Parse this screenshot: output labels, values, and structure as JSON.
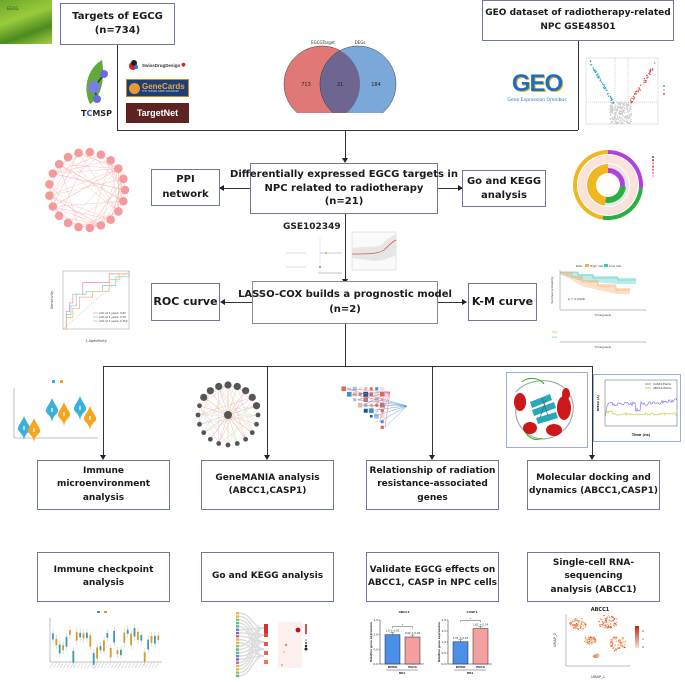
{
  "boxes": {
    "targets": {
      "line1": "Targets of EGCG",
      "line2": "(n=734)"
    },
    "geo": {
      "line1": "GEO dataset of radiotherapy-related",
      "line2": "NPC GSE48501"
    },
    "deg": {
      "line1": "Differentially expressed EGCG targets in",
      "line2": "NPC related to radiotherapy",
      "line3": "(n=21)"
    },
    "ppi": "PPI network",
    "gokegg_top": {
      "line1": "Go and KEGG",
      "line2": "analysis"
    },
    "lasso": {
      "line1": "LASSO-COX builds a prognostic model",
      "line2": "(n=2)"
    },
    "roc": "ROC curve",
    "km": "K-M curve",
    "immune_micro": {
      "line1": "Immune microenvironment",
      "line2": "analysis"
    },
    "genemania": {
      "line1": "GeneMANIA analysis",
      "line2": "(ABCC1,CASP1)"
    },
    "radiation": {
      "line1": "Relationship of radiation",
      "line2": "resistance-associated genes"
    },
    "docking": {
      "line1": "Molecular docking and",
      "line2": "dynamics (ABCC1,CASP1)"
    },
    "checkpoint": "Immune checkpoint analysis",
    "gokegg_bottom": "Go and KEGG analysis",
    "validate": {
      "line1": "Validate EGCG effects on",
      "line2": "ABCC1, CASP in NPC cells"
    },
    "singlecell": {
      "line1": "Single-cell RNA-sequencing",
      "line2": "analysis (ABCC1)"
    }
  },
  "labels": {
    "gse102349": "GSE102349",
    "egcg_photo": "EGCG",
    "tcmsp": "TCMSP",
    "swiss": "SwissDrugDesign",
    "genecards": "GeneCards",
    "genecards_sub": "THE HUMAN GENE DATABASE",
    "targetnet": "TargetNet",
    "geo_logo": "GEO",
    "geo_sub": "Gene Expression Omnibus"
  },
  "venn": {
    "left_label": "EGCGTarget",
    "right_label": "DEGs",
    "left_only": "713",
    "overlap": "21",
    "right_only": "184",
    "left_color": "#e07878",
    "right_color": "#7aa8d8",
    "overlap_color": "#6e6690"
  },
  "roc": {
    "legend": [
      "AUC at 1 years: 0.82",
      "AUC at 2 years: 0.76",
      "AUC at 3 years: 0.752"
    ],
    "xlabel": "1-Specificity",
    "ylabel": "Sensitivity"
  },
  "km": {
    "legend_title": "Risk",
    "legend": [
      "High risk",
      "Low risk"
    ],
    "pvalue": "p = 0.0426",
    "xlabel": "Time(years)",
    "ylabel": "Survival probability"
  },
  "bar_abcc1": {
    "title": "ABCC1",
    "sig": "*",
    "categories": [
      "DMSO",
      "EGCG"
    ],
    "values": [
      1.0,
      0.92
    ],
    "labels": [
      "1.0 ± 0.01",
      "0.92 ± 0.02"
    ],
    "ymax": 1.5,
    "yticks": [
      "0.0",
      "0.5",
      "1.0",
      "1.5"
    ],
    "ylabel": "Relative gene expression",
    "group": "HK1"
  },
  "bar_casp1": {
    "title": "CASP1",
    "sig": "*",
    "categories": [
      "DMSO",
      "EGCG"
    ],
    "values": [
      1.01,
      1.61
    ],
    "labels": [
      "1.01 ± 0.07",
      "1.61 ± 0.14"
    ],
    "ymax": 2.0,
    "yticks": [
      "0.0",
      "0.5",
      "1.0",
      "1.5",
      "2.0"
    ],
    "ylabel": "Relative gene expression",
    "group": "HK1"
  },
  "umap": {
    "title": "ABCC1",
    "xlabel": "UMAP_1",
    "ylabel": "UMAP_2",
    "legend": [
      "2",
      "1",
      "0"
    ]
  },
  "md": {
    "legend": [
      "CASP1-EGCG",
      "ABCC1-EGCG"
    ],
    "xlabel": "Time (ns)",
    "ylabel": "RMSD (Å)"
  }
}
